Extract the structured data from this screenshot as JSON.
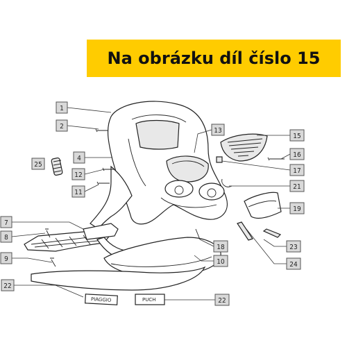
{
  "banner": {
    "text": "Na obrázku díl číslo 15",
    "color": "#ffcc00"
  },
  "callouts": [
    "1",
    "2",
    "4",
    "25",
    "12",
    "11",
    "7",
    "8",
    "9",
    "22",
    "13",
    "15",
    "16",
    "17",
    "21",
    "19",
    "18",
    "10",
    "23",
    "24",
    "22"
  ],
  "badges": {
    "piaggio": "PIAGGIO",
    "puch": "PUCH"
  }
}
